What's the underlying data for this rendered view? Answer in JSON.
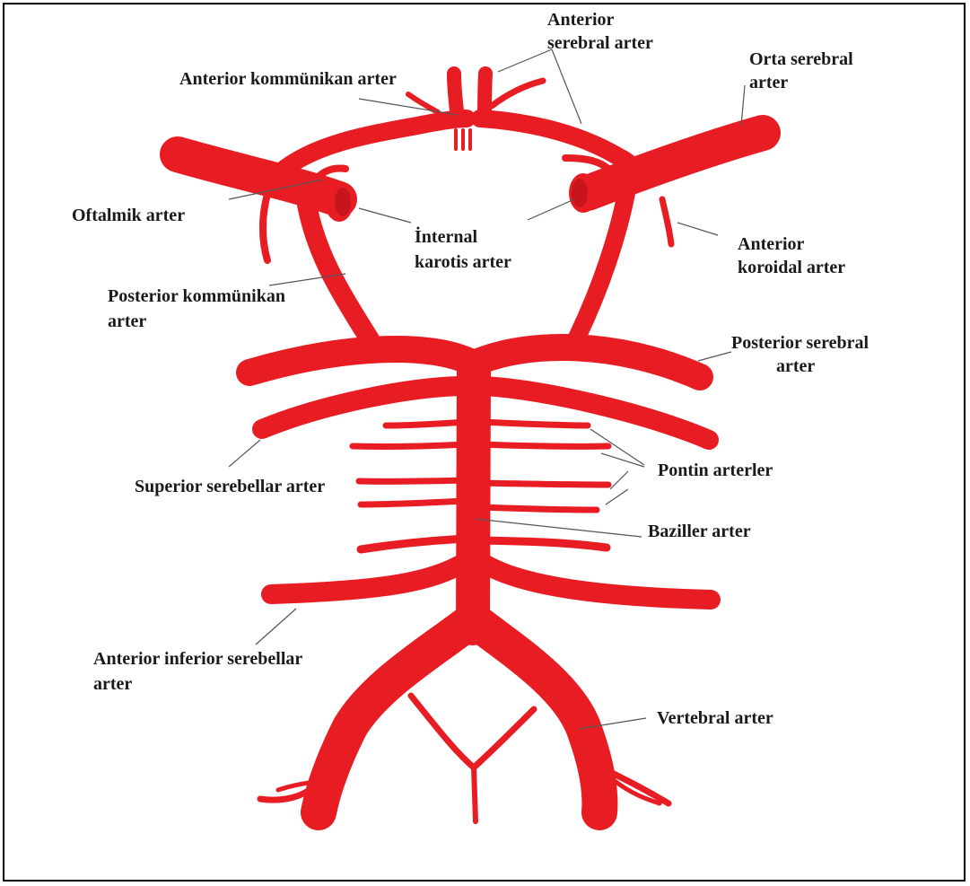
{
  "labels": {
    "anterior_serebral": [
      "Anterior",
      "serebral arter"
    ],
    "anterior_kommunikan": "Anterior kommünikan arter",
    "orta_serebral": [
      "Orta serebral",
      "arter"
    ],
    "oftalmik": "Oftalmik arter",
    "internal_karotis": [
      "İnternal",
      "karotis arter"
    ],
    "anterior_koroidal": [
      "Anterior",
      "koroidal arter"
    ],
    "posterior_kommunikan": [
      "Posterior kommünikan",
      "arter"
    ],
    "posterior_serebral": [
      "Posterior serebral",
      "arter"
    ],
    "pontin": "Pontin arterler",
    "superior_serebellar": "Superior serebellar arter",
    "baziller": "Baziller arter",
    "anterior_inferior_serebellar": [
      "Anterior inferior serebellar",
      "arter"
    ],
    "vertebral": "Vertebral arter"
  },
  "colors": {
    "artery": "#e81d24",
    "label": "#1a1a1a",
    "leader": "#555555",
    "border": "#000000"
  }
}
